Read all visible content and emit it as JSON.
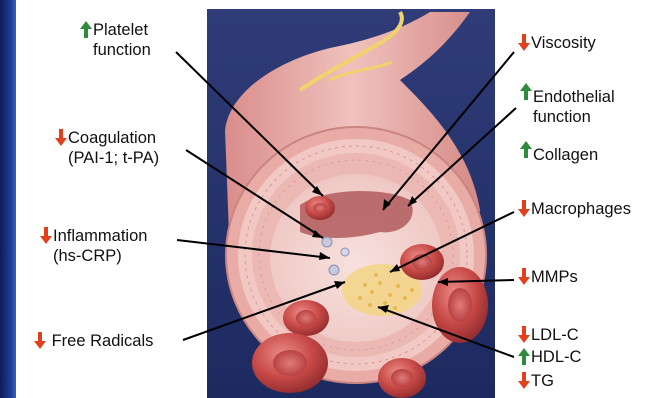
{
  "labels": {
    "platelet": {
      "line1": "Platelet",
      "line2": "function",
      "direction": "up"
    },
    "coagulation": {
      "line1": "Coagulation",
      "line2": "(PAI-1; t-PA)",
      "direction": "down"
    },
    "inflammation": {
      "line1": "Inflammation",
      "line2": "(hs-CRP)",
      "direction": "down"
    },
    "free_radicals": {
      "line1": "Free Radicals",
      "direction": "down"
    },
    "viscosity": {
      "line1": "Viscosity",
      "direction": "down"
    },
    "endothelial": {
      "line1": "Endothelial",
      "line2": "function",
      "direction": "up"
    },
    "collagen": {
      "line1": "Collagen",
      "direction": "up"
    },
    "macrophages": {
      "line1": "Macrophages",
      "direction": "down"
    },
    "mmps": {
      "line1": "MMPs",
      "direction": "down"
    },
    "ldl": {
      "line1": "LDL-C",
      "direction": "down"
    },
    "hdl": {
      "line1": "HDL-C",
      "direction": "up"
    },
    "tg": {
      "line1": "TG",
      "direction": "down"
    }
  },
  "colors": {
    "up_arrow": "#2e8b3e",
    "down_arrow": "#e2401c",
    "panel_bg": "#25346e",
    "vessel_wall": "#ecb6b0",
    "lumen": "#f3d6d2",
    "red_cell": "#c94545",
    "leader_line": "#000000"
  }
}
